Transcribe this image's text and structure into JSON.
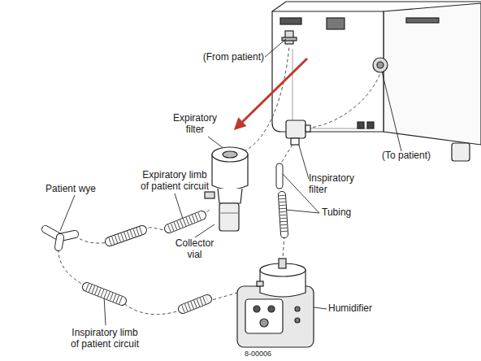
{
  "diagram": {
    "labels": [
      "(From patient)",
      "Expiratory filter",
      "Expiratory limb of patient circuit",
      "Patient wye",
      "Collector vial",
      "Inspiratory filter",
      "Tubing",
      "(To patient)",
      "Inspiratory limb of patient circuit",
      "Humidifier",
      "8-00006"
    ]
  }
}
